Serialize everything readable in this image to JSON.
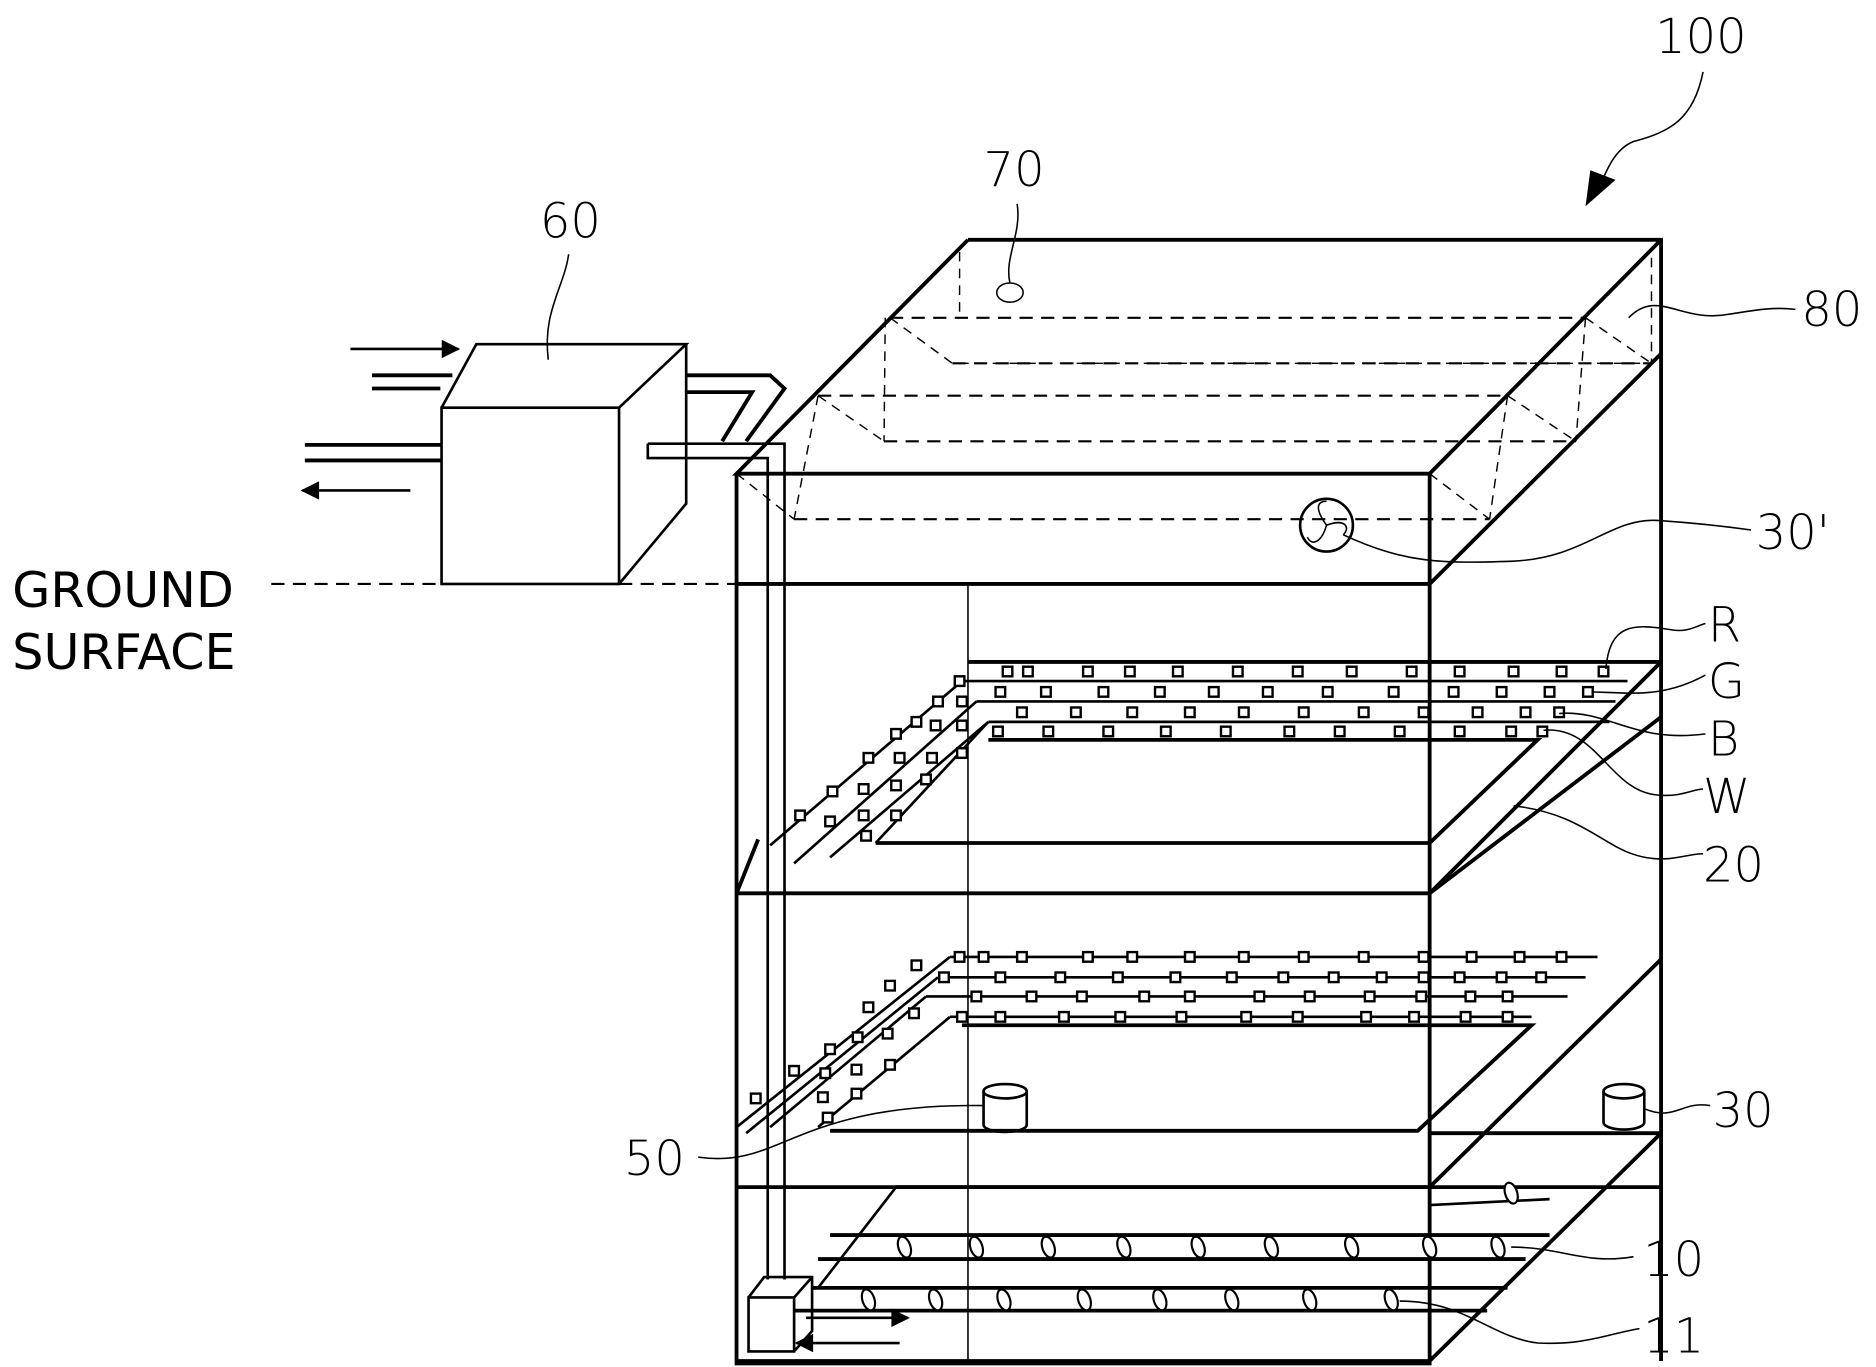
{
  "figure": {
    "type": "patent-drawing",
    "description": "Indoor cultivation apparatus cabinet with LED shelves, ground-surface heat exchanger and air circulation"
  },
  "labels": {
    "apparatus": "100",
    "heat_exchanger": "60",
    "vent": "70",
    "duct": "80",
    "fan_upper": "30'",
    "led_red": "R",
    "led_green": "G",
    "led_blue": "B",
    "led_white": "W",
    "shelf": "20",
    "fan_lower": "30",
    "sensor": "50",
    "air_pipe": "10",
    "air_hole": "11",
    "ground_line1": "GROUND",
    "ground_line2": "SURFACE"
  },
  "colors": {
    "ink": "#000000",
    "paper": "#ffffff"
  }
}
